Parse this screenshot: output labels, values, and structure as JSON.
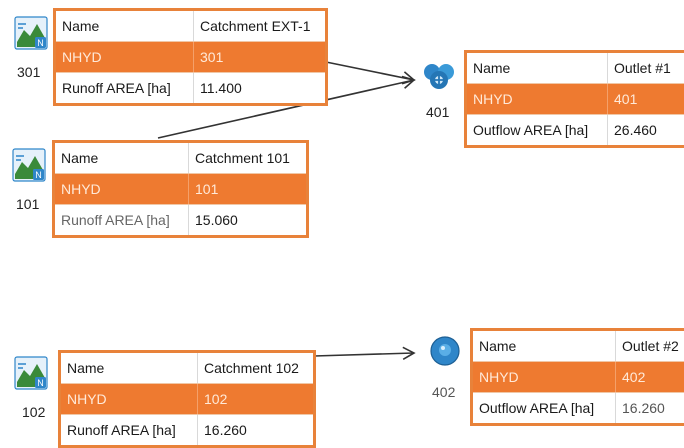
{
  "colors": {
    "accent": "#e8823a",
    "highlight_row": "#ee7a30",
    "icon_blue": "#2f86c9",
    "icon_green": "#3a8a3a",
    "link": "#333333"
  },
  "nodes": {
    "catchment_301": {
      "icon": "catchment-icon",
      "id": "301",
      "name_label": "Name",
      "name_value": "Catchment EXT-1",
      "nhyd_label": "NHYD",
      "nhyd_value": "301",
      "area_label": "Runoff AREA [ha]",
      "area_value": "11.400"
    },
    "catchment_101": {
      "icon": "catchment-icon",
      "id": "101",
      "name_label": "Name",
      "name_value": "Catchment 101",
      "nhyd_label": "NHYD",
      "nhyd_value": "101",
      "area_label": "Runoff AREA [ha]",
      "area_value": "15.060"
    },
    "outlet_401": {
      "icon": "junction-outlet-icon",
      "id": "401",
      "name_label": "Name",
      "name_value": "Outlet #1",
      "nhyd_label": "NHYD",
      "nhyd_value": "401",
      "area_label": "Outflow AREA [ha]",
      "area_value": "26.460"
    },
    "catchment_102": {
      "icon": "catchment-icon",
      "id": "102",
      "name_label": "Name",
      "name_value": "Catchment 102",
      "nhyd_label": "NHYD",
      "nhyd_value": "102",
      "area_label": "Runoff AREA [ha]",
      "area_value": "16.260"
    },
    "outlet_402": {
      "icon": "outlet-icon",
      "id": "402",
      "name_label": "Name",
      "name_value": "Outlet #2",
      "nhyd_label": "NHYD",
      "nhyd_value": "402",
      "area_label": "Outflow AREA [ha]",
      "area_value": "16.260"
    }
  },
  "links": [
    {
      "from": "301",
      "to": "401"
    },
    {
      "from": "101",
      "to": "401"
    },
    {
      "from": "102",
      "to": "402"
    }
  ]
}
